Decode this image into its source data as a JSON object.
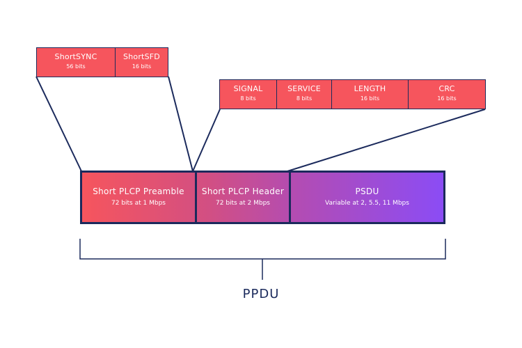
{
  "preamble_fields": [
    {
      "name": "ShortSYNC",
      "bits": "56 bits"
    },
    {
      "name": "ShortSFD",
      "bits": "16 bits"
    }
  ],
  "header_fields": [
    {
      "name": "SIGNAL",
      "bits": "8 bits"
    },
    {
      "name": "SERVICE",
      "bits": "8 bits"
    },
    {
      "name": "LENGTH",
      "bits": "16 bits"
    },
    {
      "name": "CRC",
      "bits": "16 bits"
    }
  ],
  "frame": {
    "preamble": {
      "title": "Short PLCP Preamble",
      "subtitle": "72 bits at 1 Mbps"
    },
    "header": {
      "title": "Short PLCP Header",
      "subtitle": "72 bits at 2 Mbps"
    },
    "psdu": {
      "title": "PSDU",
      "subtitle": "Variable at 2, 5.5, 11 Mbps"
    }
  },
  "ppdu_label": "PPDU",
  "colors": {
    "field_fill": "#f6555d",
    "outline": "#1b2a5c",
    "gradient_start": "#f6555d",
    "gradient_end": "#8b4cf5"
  }
}
